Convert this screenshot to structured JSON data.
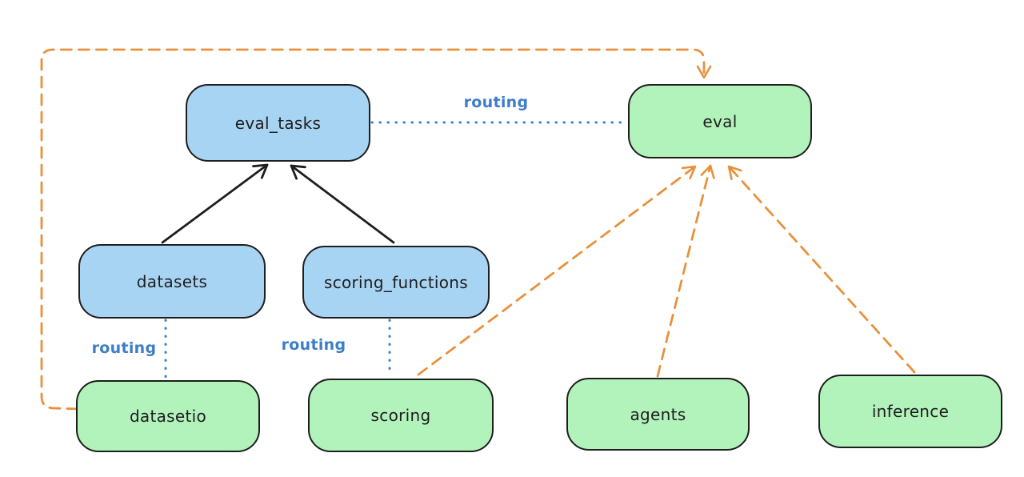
{
  "diagram": {
    "type": "flowchart",
    "background": "#ffffff",
    "colors": {
      "black": "#1e1e1e",
      "blue_fill": "#a8d4f4",
      "green_fill": "#b2f2bb",
      "routing_blue": "#3d7dc9",
      "orange": "#e8913c"
    },
    "nodes": [
      {
        "id": "eval_tasks",
        "label": "eval_tasks",
        "fill": "blue"
      },
      {
        "id": "eval",
        "label": "eval",
        "fill": "green"
      },
      {
        "id": "datasets",
        "label": "datasets",
        "fill": "blue"
      },
      {
        "id": "scoring_functions",
        "label": "scoring_functions",
        "fill": "blue"
      },
      {
        "id": "datasetio",
        "label": "datasetio",
        "fill": "green"
      },
      {
        "id": "scoring",
        "label": "scoring",
        "fill": "green"
      },
      {
        "id": "agents",
        "label": "agents",
        "fill": "green"
      },
      {
        "id": "inference",
        "label": "inference",
        "fill": "green"
      }
    ],
    "edge_labels": [
      {
        "id": "eval_tasks-to-eval",
        "text": "routing"
      },
      {
        "id": "datasets-to-datasetio",
        "text": "routing"
      },
      {
        "id": "scoring_functions-to-scoring",
        "text": "routing"
      }
    ],
    "edges": [
      {
        "from": "datasets",
        "to": "eval_tasks",
        "style": "solid",
        "arrow": true,
        "color": "black"
      },
      {
        "from": "scoring_functions",
        "to": "eval_tasks",
        "style": "solid",
        "arrow": true,
        "color": "black"
      },
      {
        "from": "eval_tasks",
        "to": "eval",
        "style": "dotted",
        "arrow": false,
        "color": "routing_blue",
        "label": "routing"
      },
      {
        "from": "datasets",
        "to": "datasetio",
        "style": "dotted",
        "arrow": false,
        "color": "routing_blue",
        "label": "routing"
      },
      {
        "from": "scoring_functions",
        "to": "scoring",
        "style": "dotted",
        "arrow": false,
        "color": "routing_blue",
        "label": "routing"
      },
      {
        "from": "datasetio",
        "to": "eval",
        "style": "dashed",
        "arrow": true,
        "color": "orange",
        "path": "left-up-over-top"
      },
      {
        "from": "scoring",
        "to": "eval",
        "style": "dashed",
        "arrow": true,
        "color": "orange"
      },
      {
        "from": "agents",
        "to": "eval",
        "style": "dashed",
        "arrow": true,
        "color": "orange"
      },
      {
        "from": "inference",
        "to": "eval",
        "style": "dashed",
        "arrow": true,
        "color": "orange"
      }
    ]
  }
}
